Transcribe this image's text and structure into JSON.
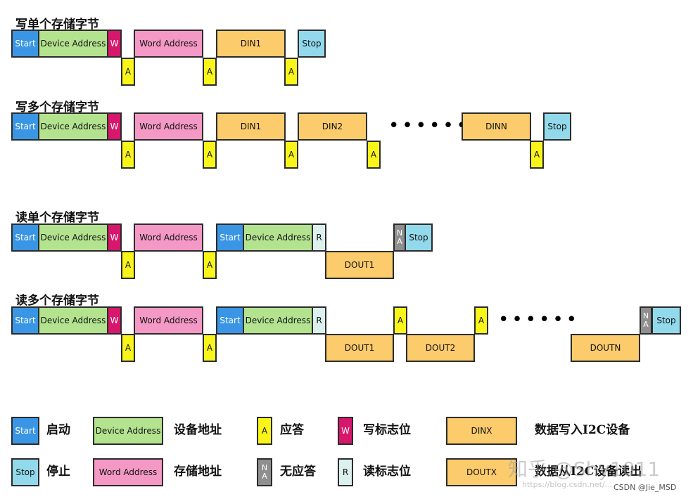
{
  "sections": [
    {
      "title": "写单个存储字节"
    },
    {
      "title": "写多个存储字节"
    },
    {
      "title": "读单个存储字节"
    },
    {
      "title": "读多个存储字节"
    }
  ],
  "blocks": {
    "start": "Start",
    "device_address": "Device Address",
    "w": "W",
    "r": "R",
    "word_address": "Word Address",
    "ack": "A",
    "nack_top": "N",
    "nack_bottom": "A",
    "stop": "Stop",
    "din1": "DIN1",
    "din2": "DIN2",
    "dinn": "DINN",
    "dout1": "DOUT1",
    "dout2": "DOUT2",
    "doutn": "DOUTN"
  },
  "dots": "••••••",
  "legend": {
    "start": {
      "sample": "Start",
      "label": "启动"
    },
    "device_address": {
      "sample": "Device Address",
      "label": "设备地址"
    },
    "ack": {
      "sample": "A",
      "label": "应答"
    },
    "w": {
      "sample": "W",
      "label": "写标志位"
    },
    "dinx": {
      "sample": "DINX",
      "label": "数据写入I2C设备"
    },
    "stop": {
      "sample": "Stop",
      "label": "停止"
    },
    "word_address": {
      "sample": "Word Address",
      "label": "存储地址"
    },
    "nack": {
      "sample_top": "N",
      "sample_bottom": "A",
      "label": "无应答"
    },
    "r": {
      "sample": "R",
      "label": "读标志位"
    },
    "doutx": {
      "sample": "DOUTX",
      "label": "数据从I2C设备读出"
    }
  },
  "watermarks": {
    "zhihu": "知乎 @Shy1011",
    "url": "https://blog.csdn.net/...",
    "csdn": "CSDN @Jie_MSD"
  },
  "colors": {
    "start": "#3a96e4",
    "device_address": "#b4e390",
    "w": "#d6176b",
    "word_address": "#f498c5",
    "data": "#fbcb6c",
    "stop": "#93d9ec",
    "ack": "#f9f51a",
    "nack": "#8f8f8f",
    "r": "#dcf0ee"
  }
}
